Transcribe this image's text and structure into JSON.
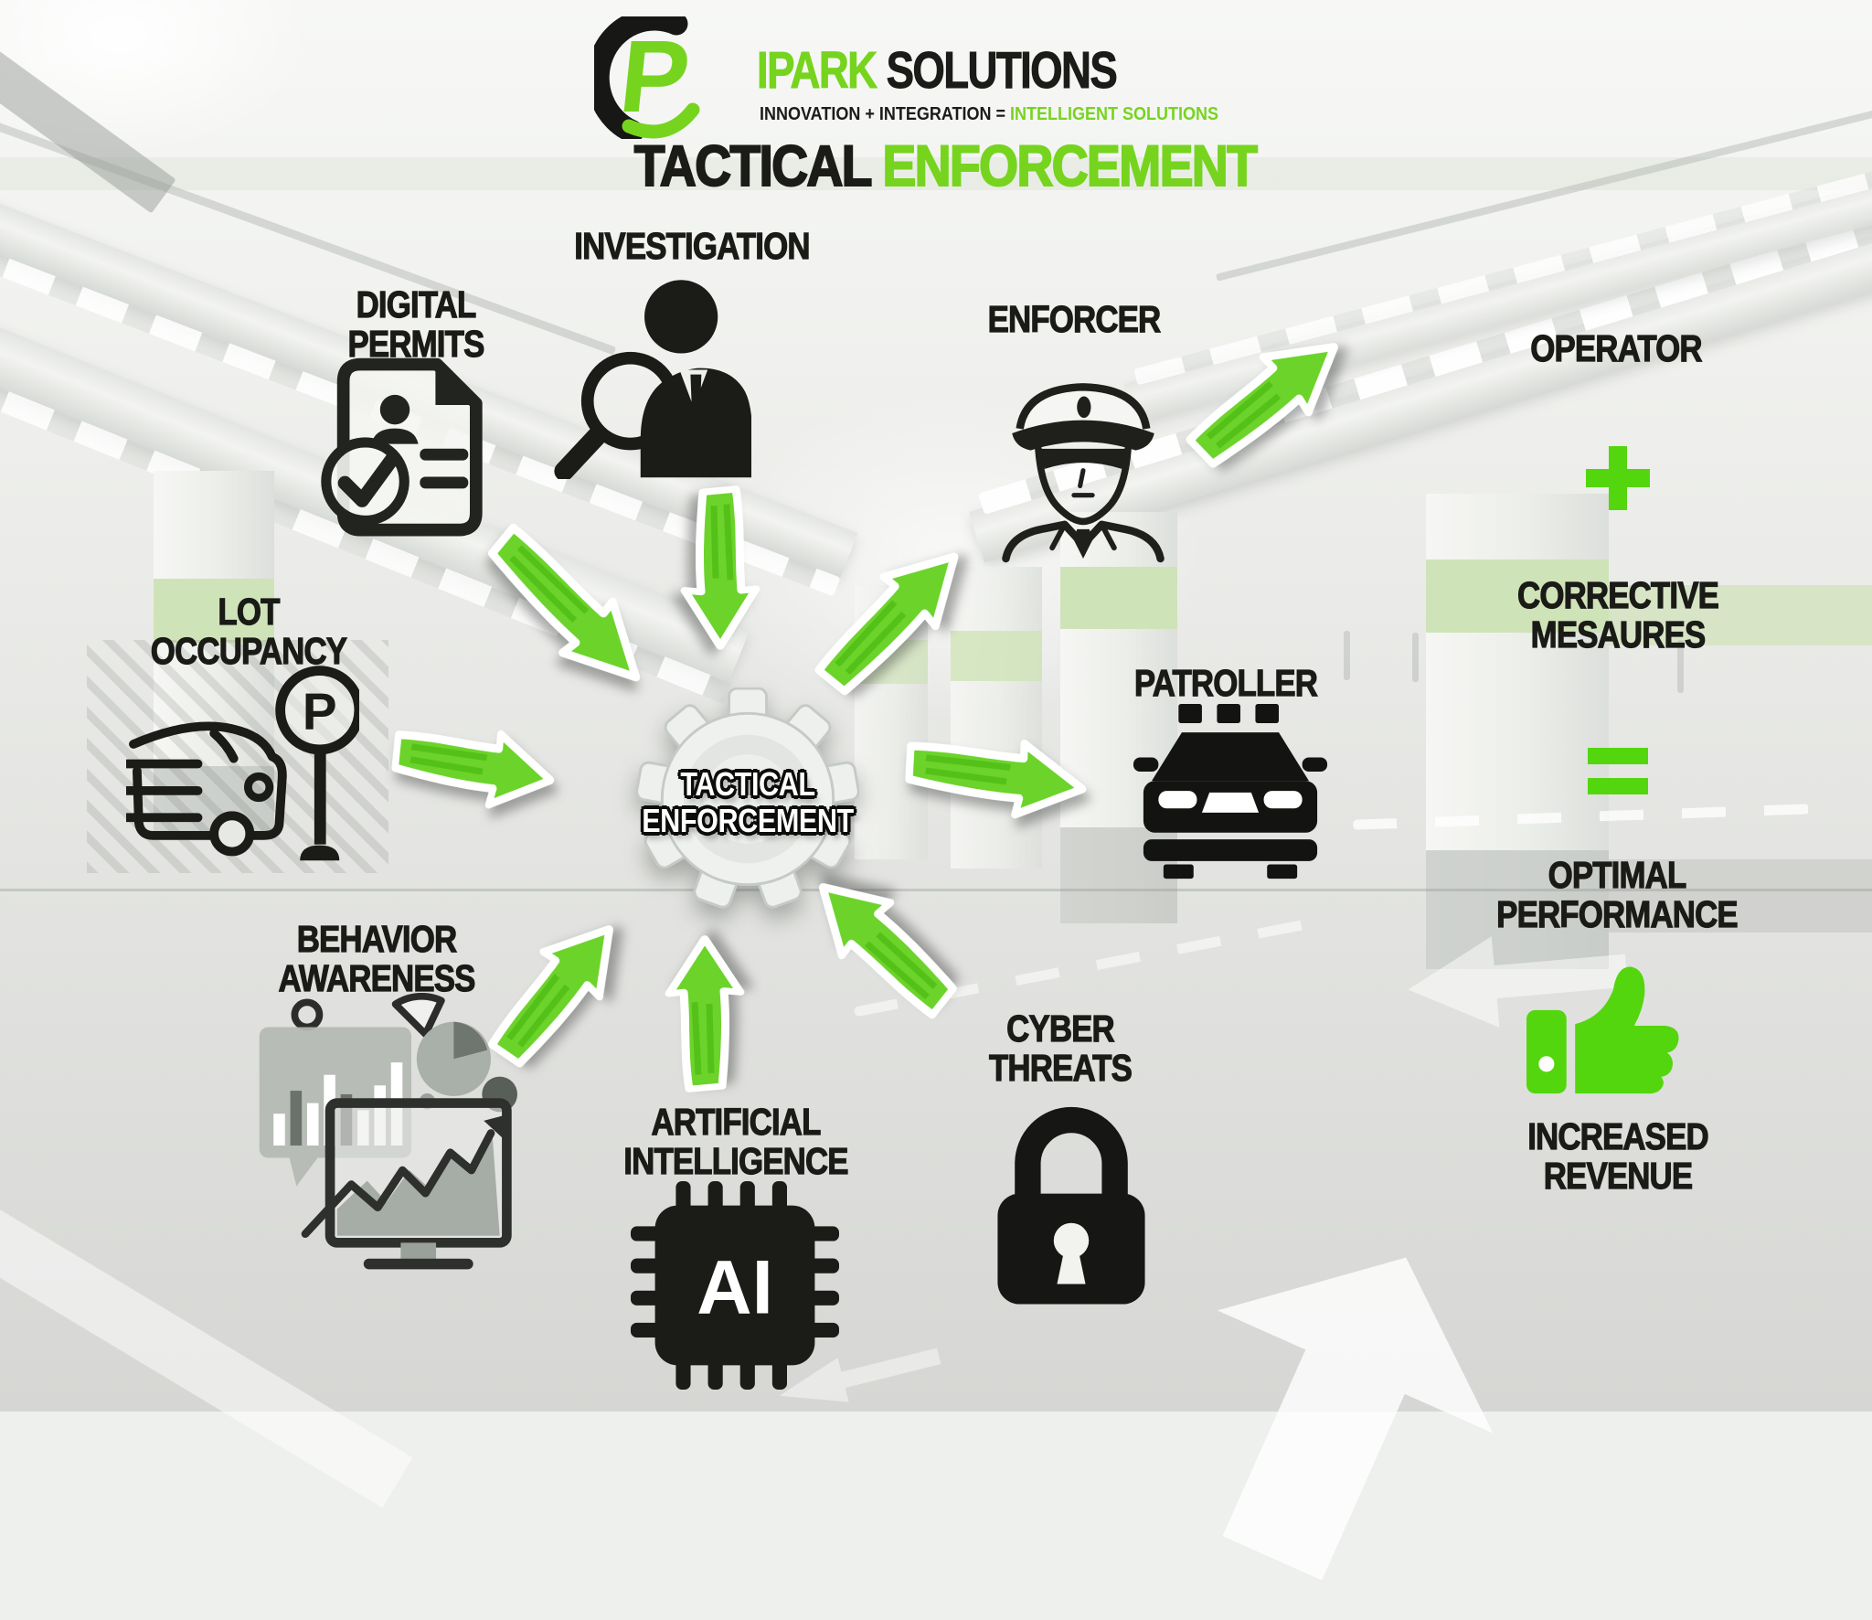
{
  "brand": {
    "mark_letter": "P",
    "name_green": "IPARK",
    "name_black": "SOLUTIONS",
    "tagline_black": "INNOVATION + INTEGRATION = ",
    "tagline_green": "INTELLIGENT SOLUTIONS"
  },
  "title": {
    "word_black": "TACTICAL",
    "word_green": "ENFORCEMENT"
  },
  "hub": {
    "label": "TACTICAL\nENFORCEMENT"
  },
  "nodes": {
    "investigation": {
      "label": "INVESTIGATION"
    },
    "digital_permits": {
      "label": "DIGITAL\nPERMITS"
    },
    "lot_occupancy": {
      "label": "LOT\nOCCUPANCY",
      "sign_letter": "P"
    },
    "behavior_awareness": {
      "label": "BEHAVIOR\nAWARENESS"
    },
    "artificial_intelligence": {
      "label": "ARTIFICIAL\nINTELLIGENCE",
      "chip_text": "AI"
    },
    "cyber_threats": {
      "label": "CYBER\nTHREATS"
    },
    "patroller": {
      "label": "PATROLLER"
    },
    "enforcer": {
      "label": "ENFORCER"
    }
  },
  "outcomes": {
    "operator": "OPERATOR",
    "plus_symbol": "+",
    "corrective_measures": "CORRECTIVE\nMESAURES",
    "equals_symbol": "=",
    "optimal_performance": "OPTIMAL\nPERFORMANCE",
    "increased_revenue": "INCREASED\nREVENUE"
  },
  "colors": {
    "brand_green": "#76d41f",
    "arrow_green": "#6bd32a",
    "symbol_green": "#53d60e",
    "ink": "#1b1b18"
  }
}
